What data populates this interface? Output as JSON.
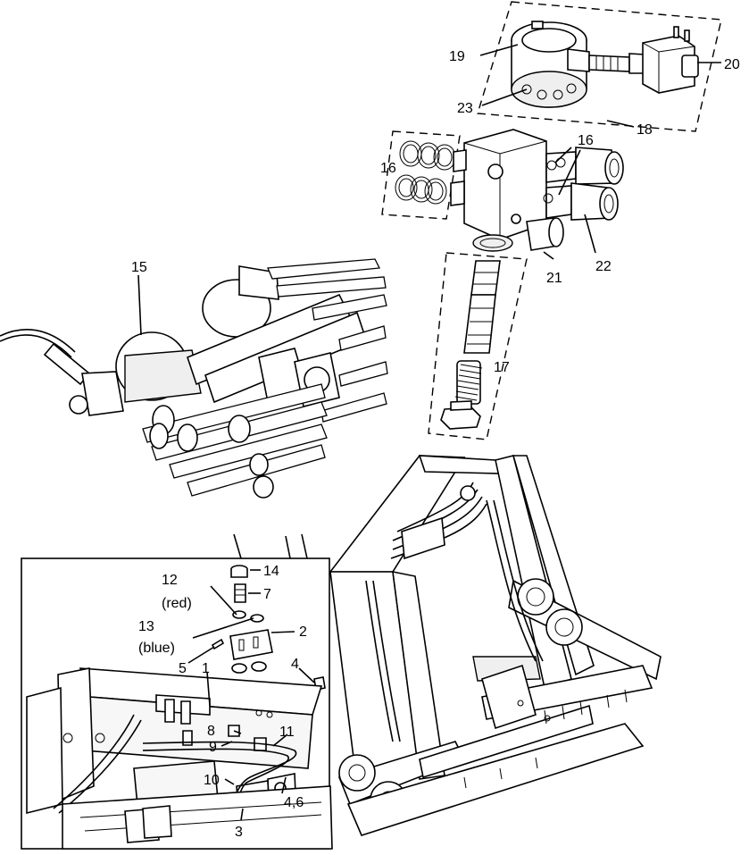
{
  "callouts": {
    "c1": "1",
    "c2": "2",
    "c3": "3",
    "c4": "4",
    "c46": "4,6",
    "c5": "5",
    "c7": "7",
    "c8": "8",
    "c9": "9",
    "c10": "10",
    "c11": "11",
    "c12": "12",
    "c12_note": "(red)",
    "c13": "13",
    "c13_note": "(blue)",
    "c14": "14",
    "c15": "15",
    "c16a": "16",
    "c16b": "16",
    "c17": "17",
    "c18": "18",
    "c19": "19",
    "c20": "20",
    "c21": "21",
    "c22": "22",
    "c23": "23"
  }
}
